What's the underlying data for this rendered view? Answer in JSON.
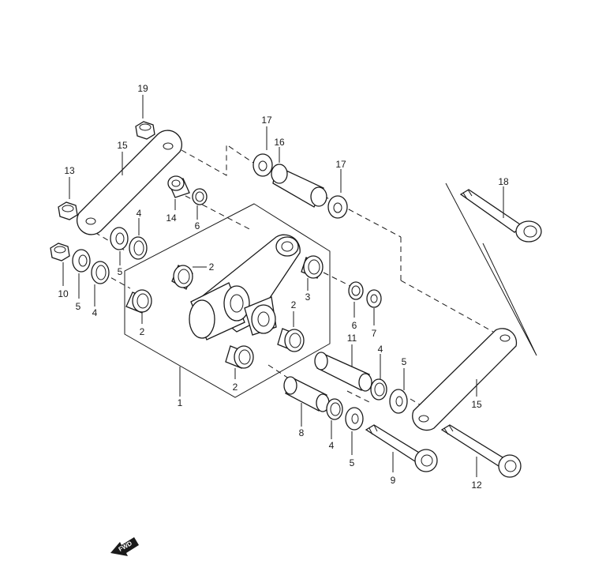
{
  "diagram": {
    "callouts": [
      "19",
      "15",
      "13",
      "14",
      "6",
      "4",
      "16",
      "17",
      "17",
      "18",
      "10",
      "5",
      "4",
      "5",
      "2",
      "2",
      "3",
      "2",
      "2",
      "6",
      "7",
      "11",
      "4",
      "5",
      "2",
      "1",
      "8",
      "4",
      "5",
      "9",
      "15",
      "12"
    ],
    "fwd_label": "FWD"
  }
}
